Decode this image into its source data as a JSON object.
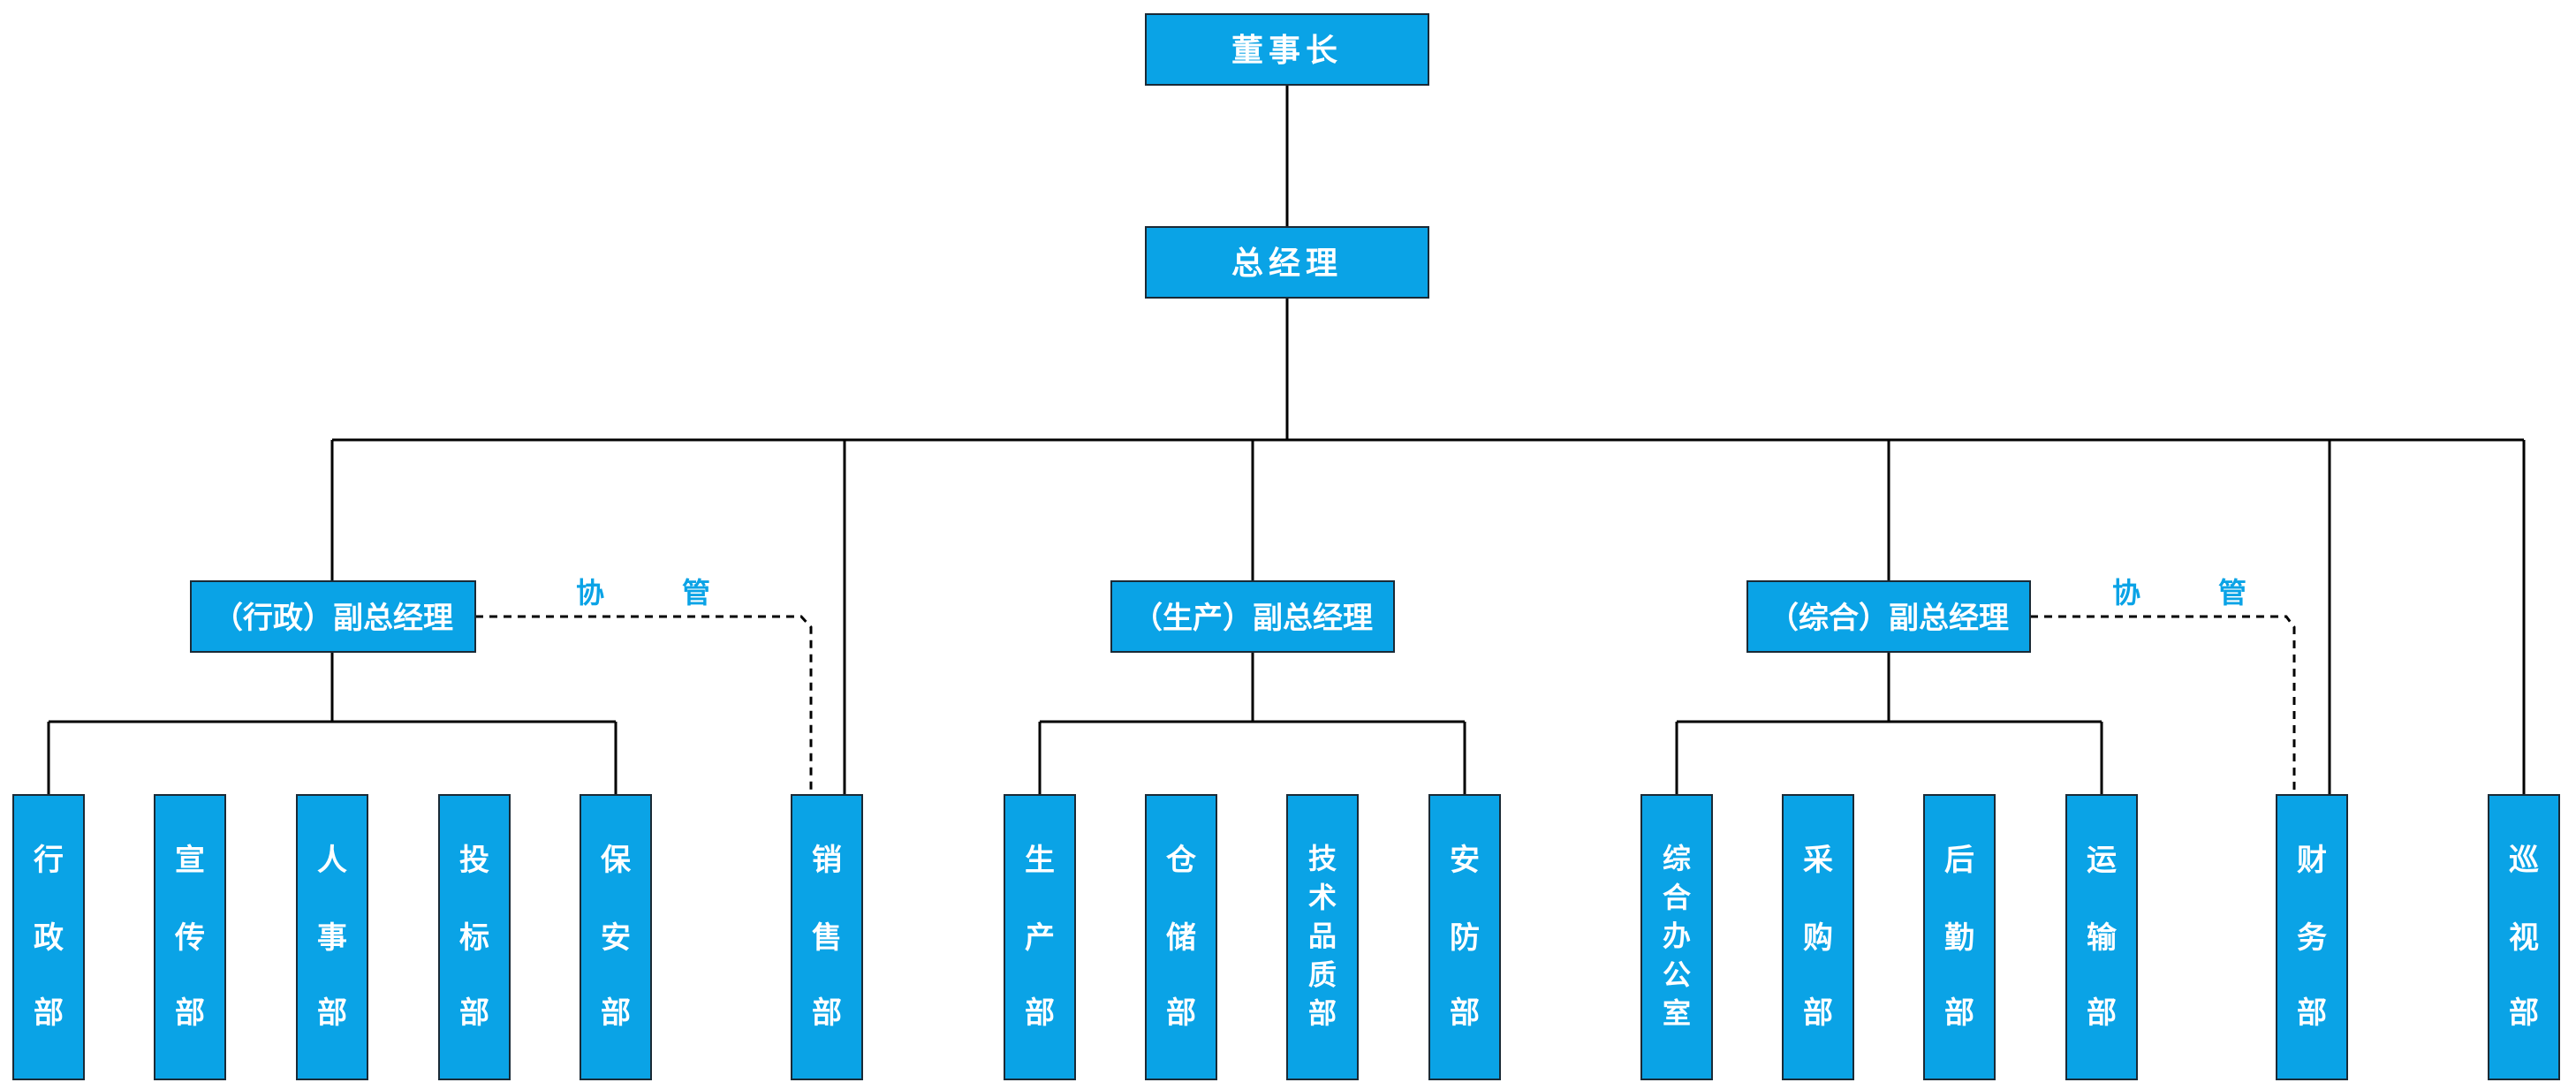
{
  "chairman": "董事长",
  "general_manager": "总经理",
  "vp_admin": "（行政）副总经理",
  "vp_production": "（生产）副总经理",
  "vp_general": "（综合）副总经理",
  "assist_left": [
    "协",
    "管"
  ],
  "assist_right": [
    "协",
    "管"
  ],
  "departments": [
    "行政部",
    "宣传部",
    "人事部",
    "投标部",
    "保安部",
    "销售部",
    "生产部",
    "仓储部",
    "技术品质部",
    "安防部",
    "综合办公室",
    "采购部",
    "后勤部",
    "运输部",
    "财务部",
    "巡视部"
  ],
  "colors": {
    "box": "#0aa3e6",
    "text": "#ffffff",
    "line": "#000000",
    "note": "#0aa3e6"
  }
}
